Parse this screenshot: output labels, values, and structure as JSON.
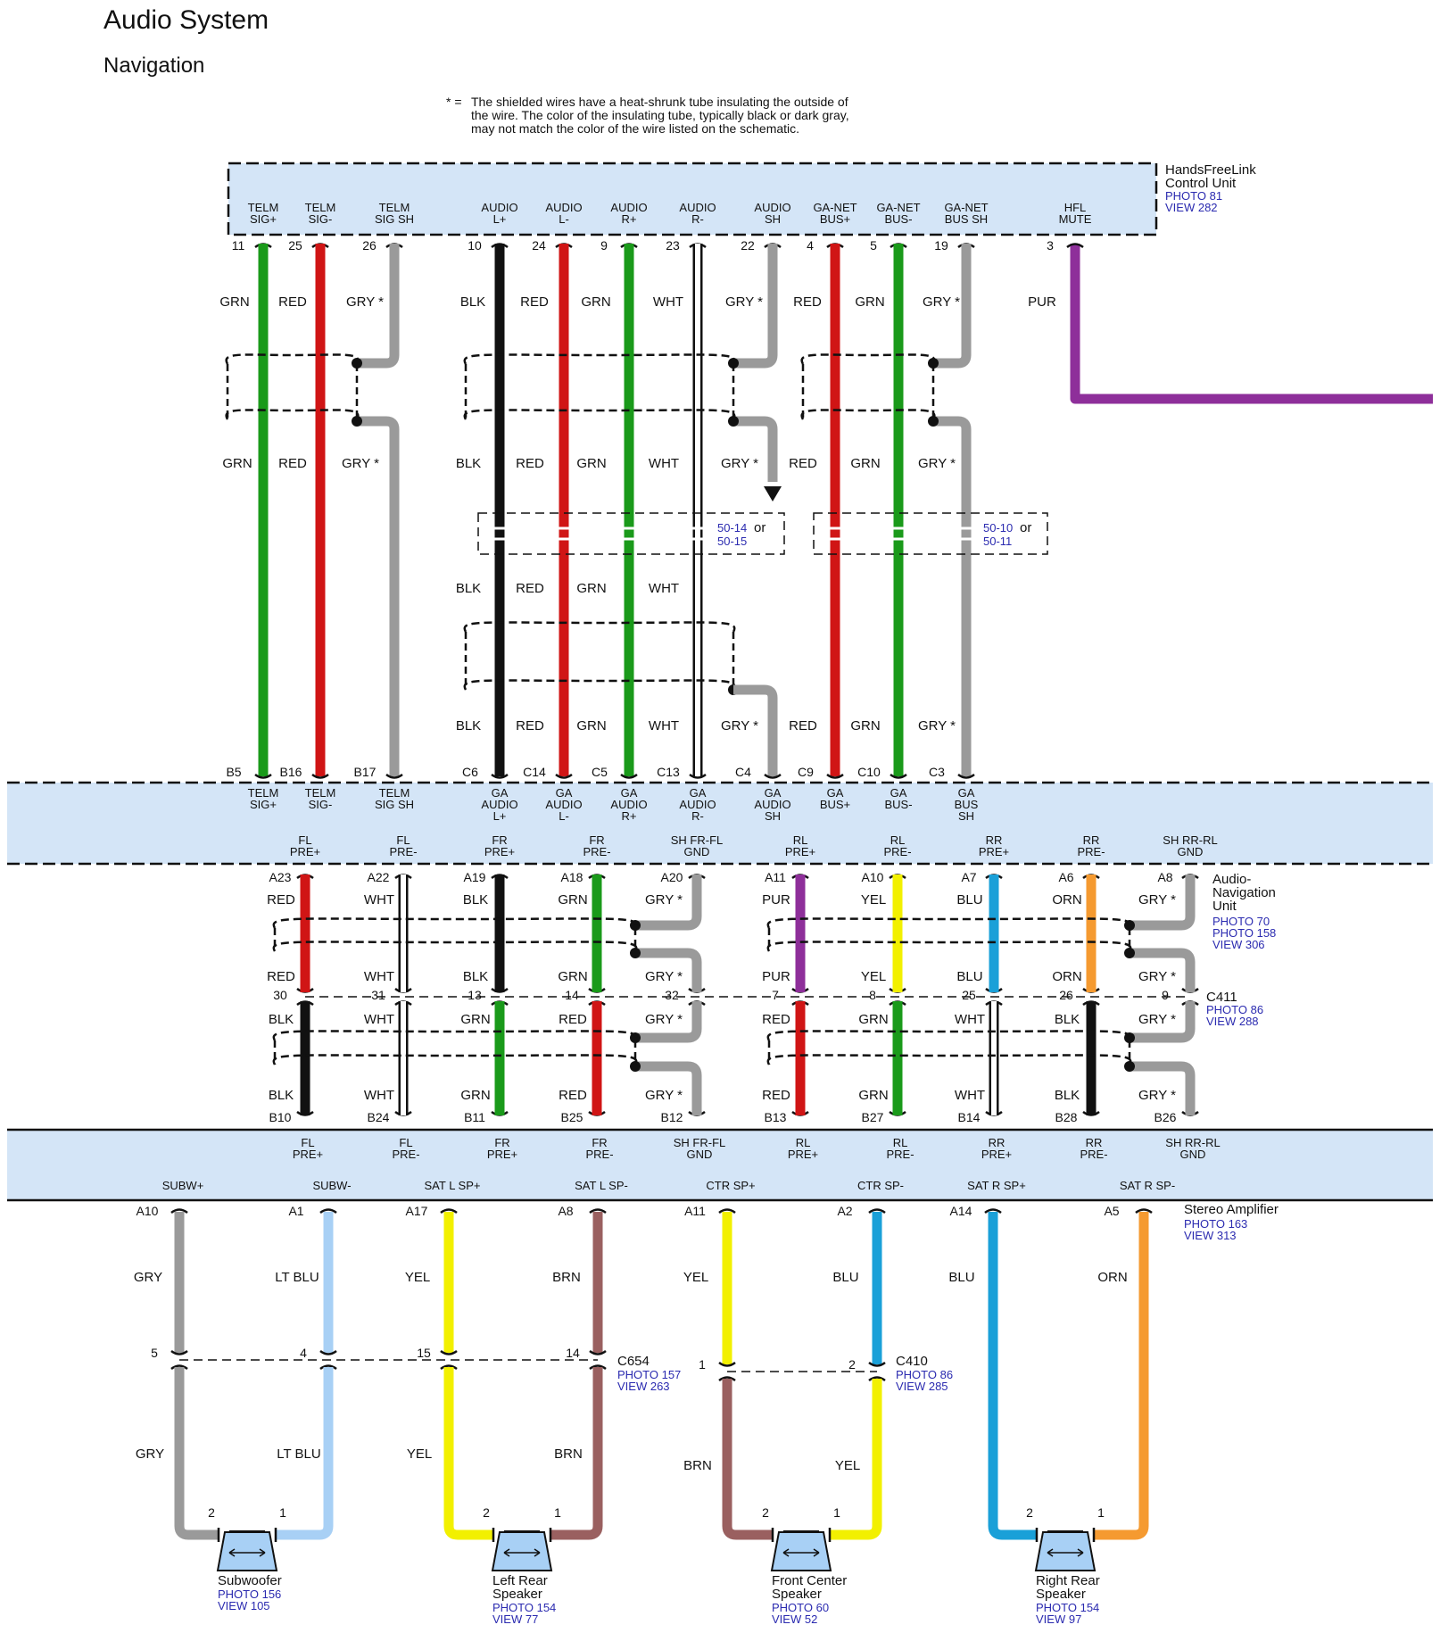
{
  "title": "Audio System",
  "subtitle": "Navigation",
  "note": {
    "marker": "* =",
    "lines": [
      "The shielded wires have a heat-shrunk tube insulating the outside of",
      "the wire. The color of the insulating tube, typically black or dark gray,",
      "may not match the color of the wire listed on the schematic."
    ]
  },
  "colors": {
    "GRN": "#1a9a1a",
    "RED": "#d01515",
    "GRY": "#9a9a9a",
    "BLK": "#111111",
    "WHT": "#ffffff",
    "PUR": "#8e2f9a",
    "YEL": "#f2f000",
    "BLU": "#1aa0d8",
    "ORN": "#f59a30",
    "LTBLU": "#a8d0f5",
    "BRN": "#9a6060",
    "BAND": "#d4e5f7"
  },
  "hfl": {
    "name": [
      "HandsFreeLink",
      "Control Unit"
    ],
    "refs": [
      "PHOTO 81",
      "VIEW 282"
    ],
    "wires": [
      {
        "label": [
          "TELM",
          "SIG+"
        ],
        "pin": "11",
        "c1": "GRN",
        "c2": "GRN",
        "c3": "",
        "c4": "",
        "end": "B5",
        "ga": [
          "TELM",
          "SIG+"
        ]
      },
      {
        "label": [
          "TELM",
          "SIG-"
        ],
        "pin": "25",
        "c1": "RED",
        "c2": "RED",
        "c3": "",
        "c4": "",
        "end": "B16",
        "ga": [
          "TELM",
          "SIG-"
        ]
      },
      {
        "label": [
          "TELM",
          "SIG SH"
        ],
        "pin": "26",
        "c1": "GRY *",
        "c2": "GRY *",
        "c3": "",
        "c4": "",
        "end": "B17",
        "ga": [
          "TELM",
          "SIG SH"
        ]
      },
      {
        "label": [
          "AUDIO",
          "L+"
        ],
        "pin": "10",
        "c1": "BLK",
        "c2": "BLK",
        "c3": "BLK",
        "c4": "BLK",
        "end": "C6",
        "ga": [
          "GA",
          "AUDIO",
          "L+"
        ]
      },
      {
        "label": [
          "AUDIO",
          "L-"
        ],
        "pin": "24",
        "c1": "RED",
        "c2": "RED",
        "c3": "RED",
        "c4": "RED",
        "end": "C14",
        "ga": [
          "GA",
          "AUDIO",
          "L-"
        ]
      },
      {
        "label": [
          "AUDIO",
          "R+"
        ],
        "pin": "9",
        "c1": "GRN",
        "c2": "GRN",
        "c3": "GRN",
        "c4": "GRN",
        "end": "C5",
        "ga": [
          "GA",
          "AUDIO",
          "R+"
        ]
      },
      {
        "label": [
          "AUDIO",
          "R-"
        ],
        "pin": "23",
        "c1": "WHT",
        "c2": "WHT",
        "c3": "WHT",
        "c4": "WHT",
        "end": "C13",
        "ga": [
          "GA",
          "AUDIO",
          "R-"
        ]
      },
      {
        "label": [
          "AUDIO",
          "SH"
        ],
        "pin": "22",
        "c1": "GRY *",
        "c2": "GRY *",
        "c3": "",
        "c4": "GRY *",
        "end": "C4",
        "ga": [
          "GA",
          "AUDIO",
          "SH"
        ]
      },
      {
        "label": [
          "GA-NET",
          "BUS+"
        ],
        "pin": "4",
        "c1": "RED",
        "c2": "RED",
        "c3": "",
        "c4": "RED",
        "end": "C9",
        "ga": [
          "GA",
          "BUS+"
        ]
      },
      {
        "label": [
          "GA-NET",
          "BUS-"
        ],
        "pin": "5",
        "c1": "GRN",
        "c2": "GRN",
        "c3": "",
        "c4": "GRN",
        "end": "C10",
        "ga": [
          "GA",
          "BUS-"
        ]
      },
      {
        "label": [
          "GA-NET",
          "BUS SH"
        ],
        "pin": "19",
        "c1": "GRY *",
        "c2": "GRY *",
        "c3": "",
        "c4": "GRY *",
        "end": "C3",
        "ga": [
          "GA",
          "BUS",
          "SH"
        ]
      },
      {
        "label": [
          "HFL",
          "MUTE"
        ],
        "pin": "3",
        "c1": "PUR",
        "c2": "",
        "c3": "",
        "c4": "",
        "end": "",
        "ga": []
      }
    ],
    "junctions": [
      [
        "50-14",
        " or",
        "50-15"
      ],
      [
        "50-10",
        " or",
        "50-11"
      ]
    ]
  },
  "anu": {
    "name": [
      "Audio-",
      "Navigation",
      "Unit"
    ],
    "refs": [
      "PHOTO 70",
      "PHOTO 158",
      "VIEW 306"
    ],
    "c411": {
      "name": "C411",
      "refs": [
        "PHOTO 86",
        "VIEW 288"
      ]
    },
    "signals": [
      {
        "label": [
          "FL",
          "PRE+"
        ],
        "pa": "A23",
        "ca": "RED",
        "ca2": "RED",
        "pb": "30",
        "cb": "BLK",
        "cb2": "BLK",
        "pe": "B10"
      },
      {
        "label": [
          "FL",
          "PRE-"
        ],
        "pa": "A22",
        "ca": "WHT",
        "ca2": "WHT",
        "pb": "31",
        "cb": "WHT",
        "cb2": "WHT",
        "pe": "B24"
      },
      {
        "label": [
          "FR",
          "PRE+"
        ],
        "pa": "A19",
        "ca": "BLK",
        "ca2": "BLK",
        "pb": "13",
        "cb": "GRN",
        "cb2": "GRN",
        "pe": "B11"
      },
      {
        "label": [
          "FR",
          "PRE-"
        ],
        "pa": "A18",
        "ca": "GRN",
        "ca2": "GRN",
        "pb": "14",
        "cb": "RED",
        "cb2": "RED",
        "pe": "B25"
      },
      {
        "label": [
          "SH FR-FL",
          "GND"
        ],
        "pa": "A20",
        "ca": "GRY *",
        "ca2": "GRY *",
        "pb": "32",
        "cb": "GRY *",
        "cb2": "GRY *",
        "pe": "B12"
      },
      {
        "label": [
          "RL",
          "PRE+"
        ],
        "pa": "A11",
        "ca": "PUR",
        "ca2": "PUR",
        "pb": "7",
        "cb": "RED",
        "cb2": "RED",
        "pe": "B13"
      },
      {
        "label": [
          "RL",
          "PRE-"
        ],
        "pa": "A10",
        "ca": "YEL",
        "ca2": "YEL",
        "pb": "8",
        "cb": "GRN",
        "cb2": "GRN",
        "pe": "B27"
      },
      {
        "label": [
          "RR",
          "PRE+"
        ],
        "pa": "A7",
        "ca": "BLU",
        "ca2": "BLU",
        "pb": "25",
        "cb": "WHT",
        "cb2": "WHT",
        "pe": "B14"
      },
      {
        "label": [
          "RR",
          "PRE-"
        ],
        "pa": "A6",
        "ca": "ORN",
        "ca2": "ORN",
        "pb": "26",
        "cb": "BLK",
        "cb2": "BLK",
        "pe": "B28"
      },
      {
        "label": [
          "SH RR-RL",
          "GND"
        ],
        "pa": "A8",
        "ca": "GRY *",
        "ca2": "GRY *",
        "pb": "9",
        "cb": "GRY *",
        "cb2": "GRY *",
        "pe": "B26"
      }
    ]
  },
  "amp": {
    "name": "Stereo Amplifier",
    "refs": [
      "PHOTO 163",
      "VIEW 313"
    ],
    "in_labels": [
      [
        "FL",
        "PRE+"
      ],
      [
        "FL",
        "PRE-"
      ],
      [
        "FR",
        "PRE+"
      ],
      [
        "FR",
        "PRE-"
      ],
      [
        "SH FR-FL",
        "GND"
      ],
      [
        "RL",
        "PRE+"
      ],
      [
        "RL",
        "PRE-"
      ],
      [
        "RR",
        "PRE+"
      ],
      [
        "RR",
        "PRE-"
      ],
      [
        "SH RR-RL",
        "GND"
      ]
    ],
    "outputs": [
      {
        "label": "SUBW+",
        "pin": "A10",
        "c1": "GRY",
        "inline": "5",
        "c2": "GRY",
        "spk": "2"
      },
      {
        "label": "SUBW-",
        "pin": "A1",
        "c1": "LT BLU",
        "inline": "4",
        "c2": "LT BLU",
        "spk": "1"
      },
      {
        "label": "SAT L SP+",
        "pin": "A17",
        "c1": "YEL",
        "inline": "15",
        "c2": "YEL",
        "spk": "2"
      },
      {
        "label": "SAT L SP-",
        "pin": "A8",
        "c1": "BRN",
        "inline": "14",
        "c2": "BRN",
        "spk": "1"
      },
      {
        "label": "CTR SP+",
        "pin": "A11",
        "c1": "YEL",
        "inline": "1",
        "c2": "BRN",
        "spk": "2"
      },
      {
        "label": "CTR SP-",
        "pin": "A2",
        "c1": "BLU",
        "inline": "2",
        "c2": "YEL",
        "spk": "1"
      },
      {
        "label": "SAT R SP+",
        "pin": "A14",
        "c1": "BLU",
        "inline": "",
        "c2": "",
        "spk": "2"
      },
      {
        "label": "SAT R SP-",
        "pin": "A5",
        "c1": "ORN",
        "inline": "",
        "c2": "",
        "spk": "1"
      }
    ],
    "c654": {
      "name": "C654",
      "refs": [
        "PHOTO 157",
        "VIEW 263"
      ]
    },
    "c410": {
      "name": "C410",
      "refs": [
        "PHOTO 86",
        "VIEW 285"
      ]
    }
  },
  "speakers": [
    {
      "name": [
        "Subwoofer"
      ],
      "refs": [
        "PHOTO 156",
        "VIEW 105"
      ]
    },
    {
      "name": [
        "Left Rear",
        "Speaker"
      ],
      "refs": [
        "PHOTO 154",
        "VIEW 77"
      ]
    },
    {
      "name": [
        "Front Center",
        "Speaker"
      ],
      "refs": [
        "PHOTO 60",
        "VIEW 52"
      ]
    },
    {
      "name": [
        "Right Rear",
        "Speaker"
      ],
      "refs": [
        "PHOTO 154",
        "VIEW 97"
      ]
    }
  ]
}
